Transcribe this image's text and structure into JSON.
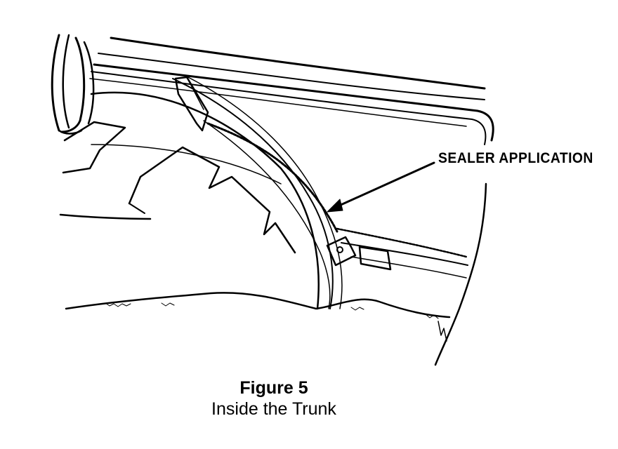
{
  "callout": {
    "label": "SEALER APPLICATION"
  },
  "caption": {
    "number": "Figure 5",
    "title": "Inside the Trunk"
  },
  "colors": {
    "ink": "#000000",
    "paper": "#ffffff"
  }
}
